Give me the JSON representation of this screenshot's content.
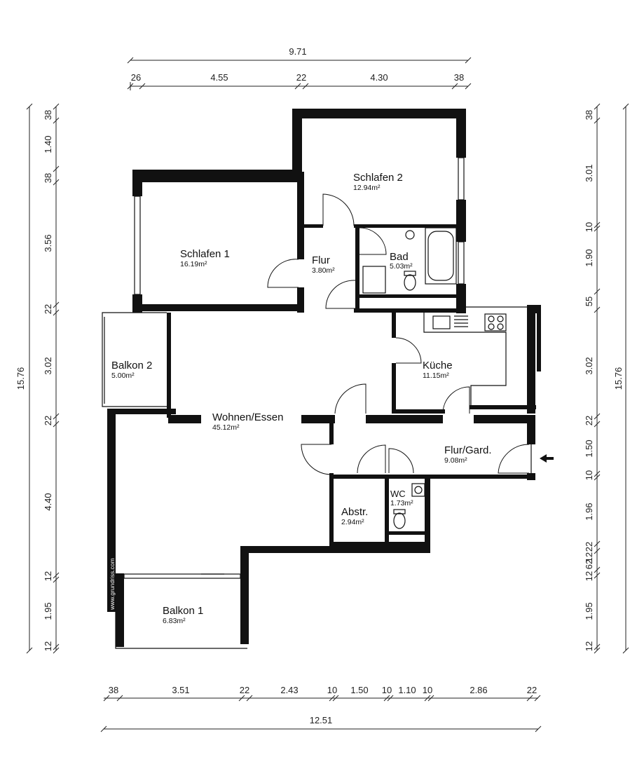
{
  "dimensions": {
    "top_total": "9.71",
    "top_segments": [
      "26",
      "4.55",
      "22",
      "4.30",
      "38"
    ],
    "bottom_segments": [
      "38",
      "3.51",
      "22",
      "2.43",
      "10",
      "1.50",
      "10",
      "1.10",
      "10",
      "2.86",
      "22"
    ],
    "bottom_total": "12.51",
    "left_segments": [
      "38",
      "1.40",
      "38",
      "3.56",
      "22",
      "3.02",
      "22",
      "4.40",
      "12",
      "1.95",
      "12"
    ],
    "left_total": "15.76",
    "right_segments": [
      "38",
      "3.01",
      "10",
      "1.90",
      "55",
      "3.02",
      "22",
      "1.50",
      "10",
      "1.96",
      "22",
      "12",
      "62",
      "12",
      "1.95",
      "12"
    ],
    "right_total": "15.76"
  },
  "rooms": {
    "schlafen2": {
      "name": "Schlafen 2",
      "area": "12.94m²"
    },
    "schlafen1": {
      "name": "Schlafen 1",
      "area": "16.19m²"
    },
    "flur": {
      "name": "Flur",
      "area": "3.80m²"
    },
    "bad": {
      "name": "Bad",
      "area": "5.03m²"
    },
    "balkon2": {
      "name": "Balkon 2",
      "area": "5.00m²"
    },
    "kueche": {
      "name": "Küche",
      "area": "11.15m²"
    },
    "wohnen": {
      "name": "Wohnen/Essen",
      "area": "45.12m²"
    },
    "flurgard": {
      "name": "Flur/Gard.",
      "area": "9.08m²"
    },
    "wc": {
      "name": "WC",
      "area": "1.73m²"
    },
    "abstr": {
      "name": "Abstr.",
      "area": "2.94m²"
    },
    "balkon1": {
      "name": "Balkon 1",
      "area": "6.83m²"
    }
  },
  "watermark": "www.grundriss.com",
  "icons": {
    "entrance": "arrow-left-icon"
  }
}
